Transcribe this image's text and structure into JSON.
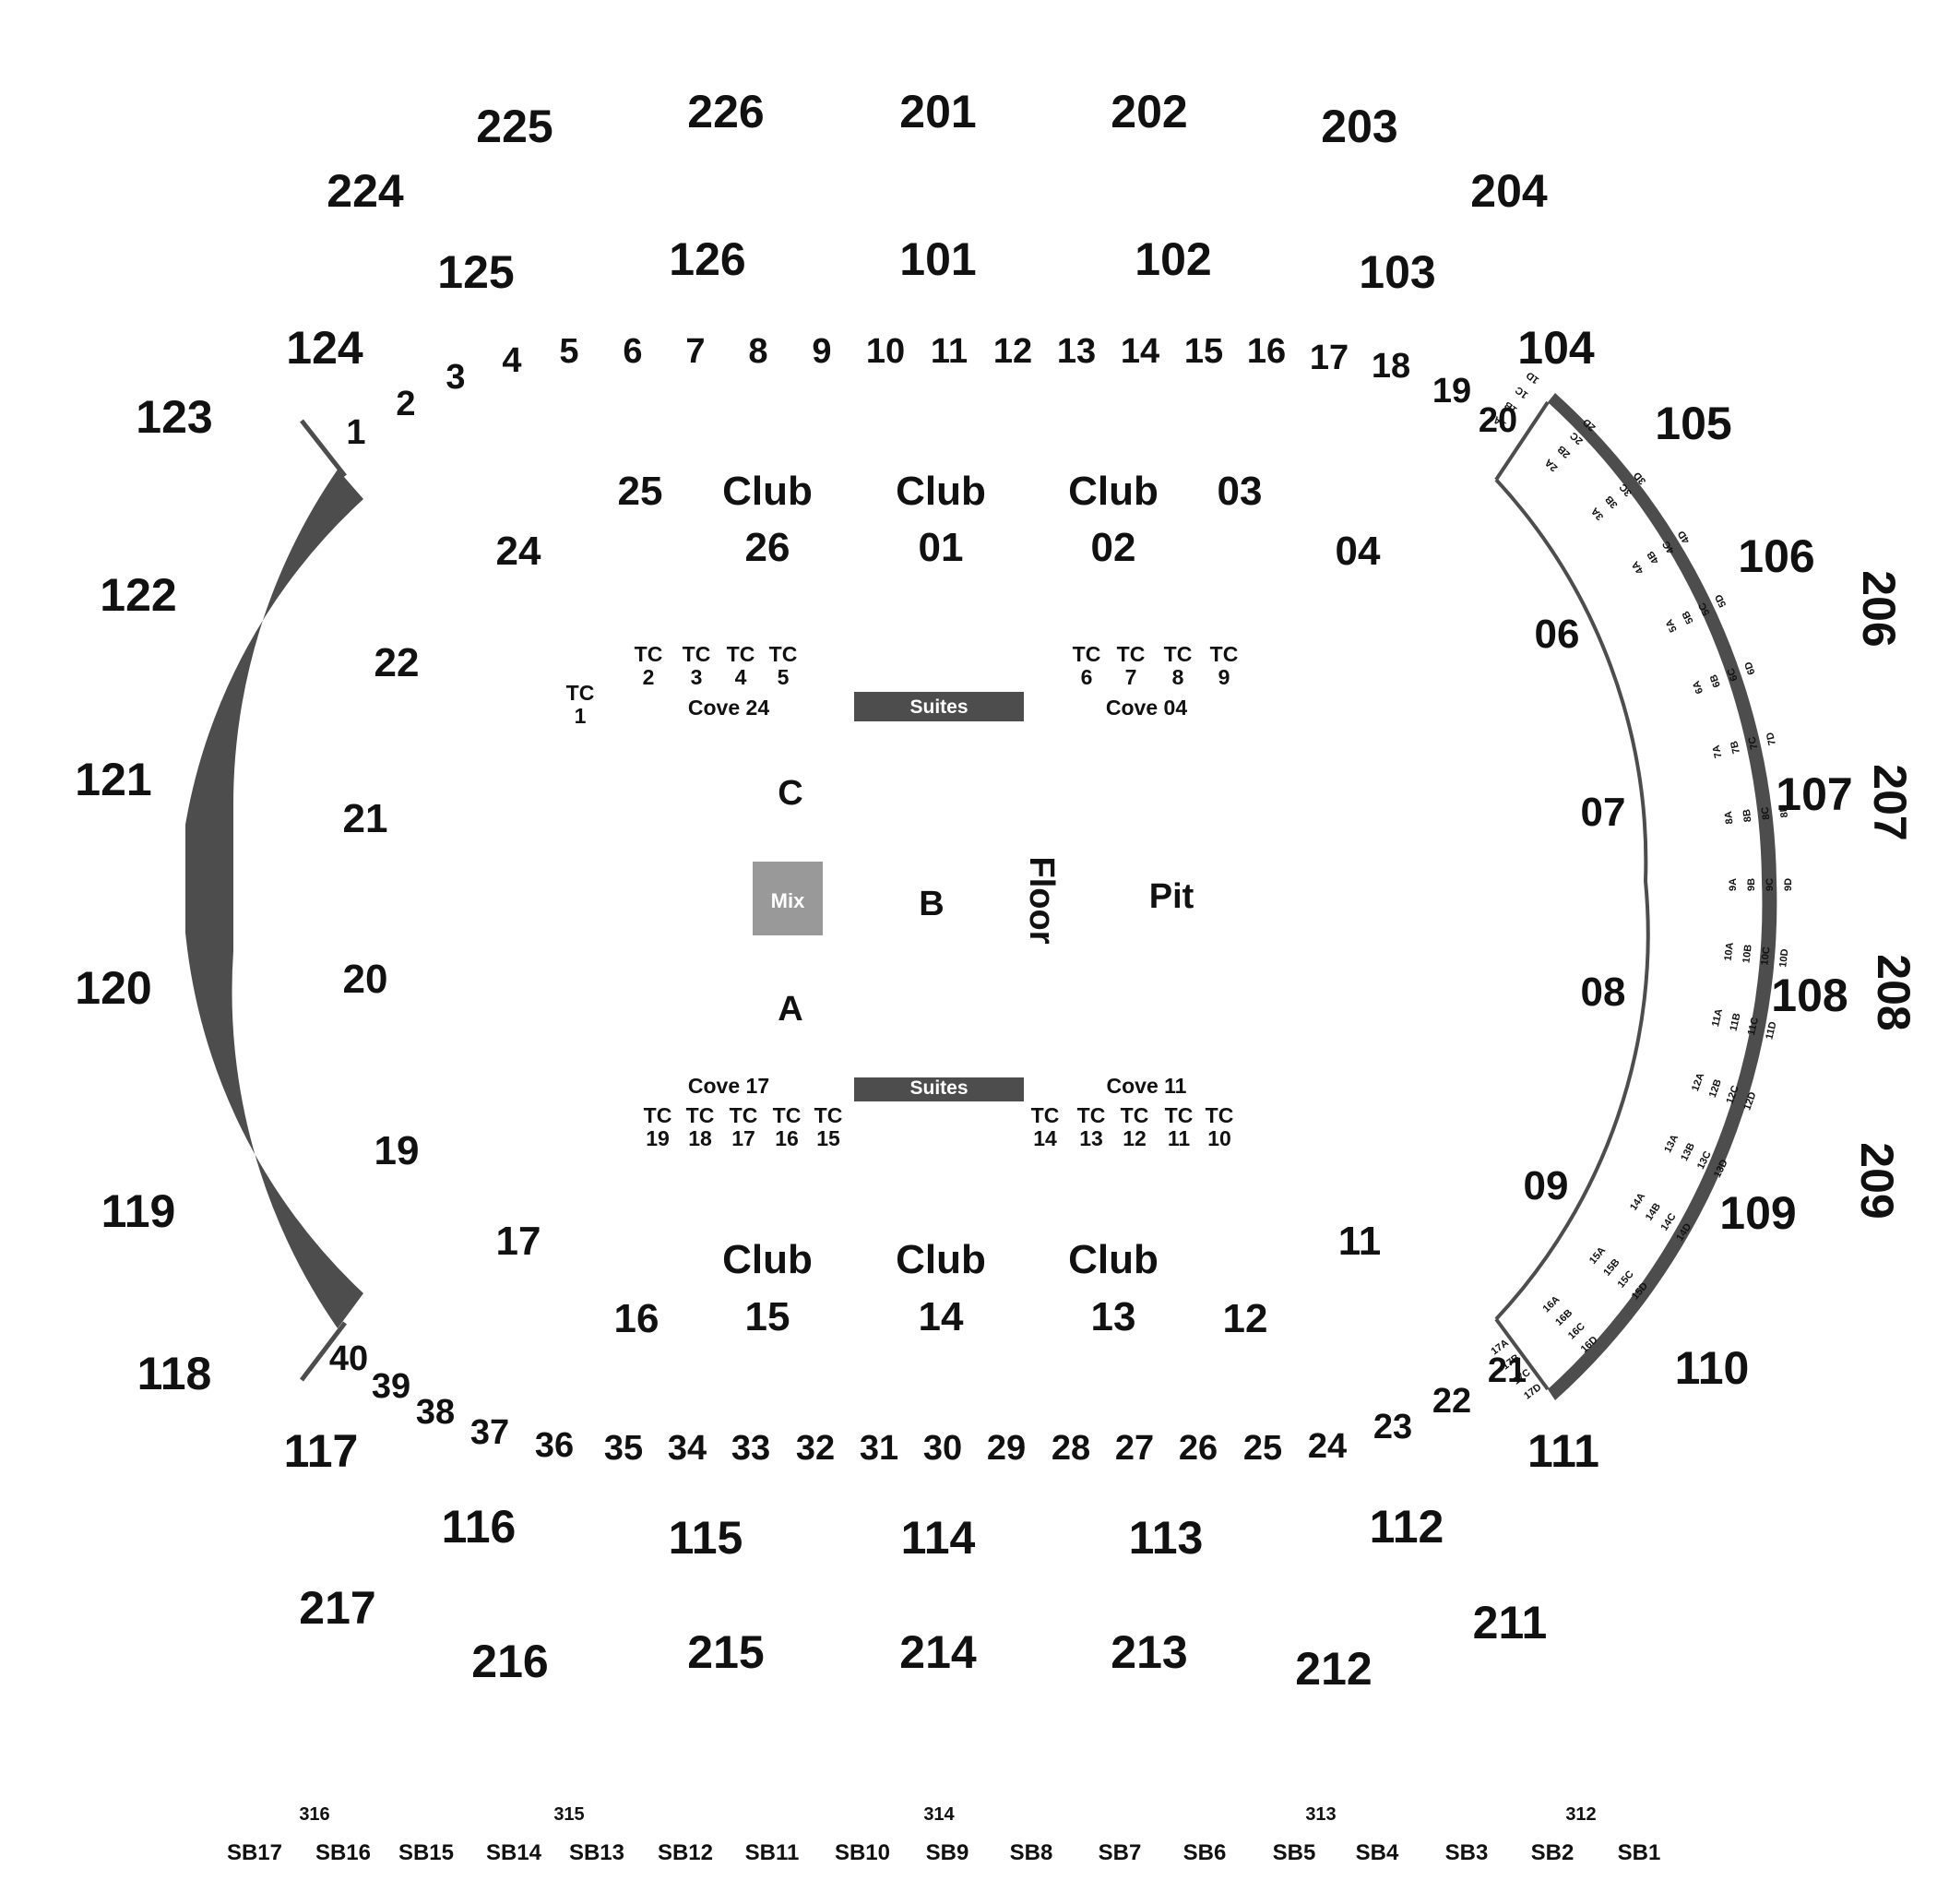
{
  "colors": {
    "dark_band": "#4d4d4d",
    "mix_box": "#999999",
    "text": "#111111",
    "background": "#ffffff"
  },
  "sections_200": [
    "225",
    "226",
    "201",
    "202",
    "203",
    "224",
    "204",
    "206",
    "207",
    "208",
    "209",
    "217",
    "216",
    "215",
    "214",
    "213",
    "212",
    "211"
  ],
  "sections_100": [
    "125",
    "126",
    "101",
    "102",
    "103",
    "124",
    "104",
    "123",
    "105",
    "122",
    "106",
    "121",
    "107",
    "120",
    "108",
    "119",
    "109",
    "118",
    "110",
    "117",
    "111",
    "116",
    "115",
    "114",
    "113",
    "112"
  ],
  "rows_top": [
    "1",
    "2",
    "3",
    "4",
    "5",
    "6",
    "7",
    "8",
    "9",
    "10",
    "11",
    "12",
    "13",
    "14",
    "15",
    "16",
    "17",
    "18",
    "19",
    "20"
  ],
  "rows_bottom": [
    "40",
    "39",
    "38",
    "37",
    "36",
    "35",
    "34",
    "33",
    "32",
    "31",
    "30",
    "29",
    "28",
    "27",
    "26",
    "25",
    "24",
    "23",
    "22",
    "21"
  ],
  "inner_sections": [
    "25",
    "03",
    "24",
    "04",
    "22",
    "06",
    "21",
    "07",
    "20",
    "08",
    "19",
    "09",
    "17",
    "11",
    "16",
    "12"
  ],
  "clubs": {
    "top": [
      {
        "label": "Club",
        "num": "26"
      },
      {
        "label": "Club",
        "num": "01"
      },
      {
        "label": "Club",
        "num": "02"
      }
    ],
    "bottom": [
      {
        "label": "Club",
        "num": "15"
      },
      {
        "label": "Club",
        "num": "14"
      },
      {
        "label": "Club",
        "num": "13"
      }
    ]
  },
  "tables": {
    "top_left": [
      {
        "a": "TC",
        "b": "2"
      },
      {
        "a": "TC",
        "b": "3"
      },
      {
        "a": "TC",
        "b": "4"
      },
      {
        "a": "TC",
        "b": "5"
      }
    ],
    "tc1": {
      "a": "TC",
      "b": "1"
    },
    "top_right": [
      {
        "a": "TC",
        "b": "6"
      },
      {
        "a": "TC",
        "b": "7"
      },
      {
        "a": "TC",
        "b": "8"
      },
      {
        "a": "TC",
        "b": "9"
      }
    ],
    "bottom_left": [
      {
        "a": "TC",
        "b": "19"
      },
      {
        "a": "TC",
        "b": "18"
      },
      {
        "a": "TC",
        "b": "17"
      },
      {
        "a": "TC",
        "b": "16"
      },
      {
        "a": "TC",
        "b": "15"
      }
    ],
    "bottom_right": [
      {
        "a": "TC",
        "b": "14"
      },
      {
        "a": "TC",
        "b": "13"
      },
      {
        "a": "TC",
        "b": "12"
      },
      {
        "a": "TC",
        "b": "11"
      },
      {
        "a": "TC",
        "b": "10"
      }
    ]
  },
  "coves": {
    "cove_24": "Cove 24",
    "cove_04": "Cove 04",
    "cove_17": "Cove 17",
    "cove_11": "Cove 11"
  },
  "suites": {
    "top": "Suites",
    "bottom": "Suites"
  },
  "floor": {
    "c": "C",
    "b": "B",
    "a": "A",
    "mix": "Mix",
    "floor": "Floor",
    "pit": "Pit"
  },
  "boxes": [
    [
      "1A",
      "1B",
      "1C",
      "1D"
    ],
    [
      "2A",
      "2B",
      "2C",
      "2D"
    ],
    [
      "3A",
      "3B",
      "3C",
      "3D"
    ],
    [
      "4A",
      "4B",
      "4C",
      "4D"
    ],
    [
      "5A",
      "5B",
      "5C",
      "5D"
    ],
    [
      "6A",
      "6B",
      "6C",
      "6D"
    ],
    [
      "7A",
      "7B",
      "7C",
      "7D"
    ],
    [
      "8A",
      "8B",
      "8C",
      "8D"
    ],
    [
      "9A",
      "9B",
      "9C",
      "9D"
    ],
    [
      "10A",
      "10B",
      "10C",
      "10D"
    ],
    [
      "11A",
      "11B",
      "11C",
      "11D"
    ],
    [
      "12A",
      "12B",
      "12C",
      "12D"
    ],
    [
      "13A",
      "13B",
      "13C",
      "13D"
    ],
    [
      "14A",
      "14B",
      "14C",
      "14D"
    ],
    [
      "15A",
      "15B",
      "15C",
      "15D"
    ],
    [
      "16A",
      "16B",
      "16C",
      "16D"
    ],
    [
      "17A",
      "17B",
      "17C",
      "17D"
    ]
  ],
  "sections_300": [
    "316",
    "315",
    "314",
    "313",
    "312"
  ],
  "sky_boxes": [
    "SB17",
    "SB16",
    "SB15",
    "SB14",
    "SB13",
    "SB12",
    "SB11",
    "SB10",
    "SB9",
    "SB8",
    "SB7",
    "SB6",
    "SB5",
    "SB4",
    "SB3",
    "SB2",
    "SB1"
  ]
}
